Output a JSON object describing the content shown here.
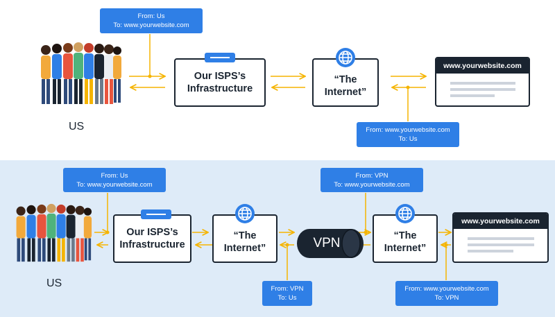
{
  "colors": {
    "accent_blue": "#2f7fe6",
    "navy": "#1a2430",
    "arrow_orange": "#f5b400",
    "bottom_bg": "#deebf8"
  },
  "top": {
    "callout_request": {
      "line1": "From: Us",
      "line2": "To: www.yourwebsite.com"
    },
    "callout_response": {
      "line1": "From: www.yourwebsite.com",
      "line2": "To: Us"
    },
    "isp_box": {
      "line1": "Our ISPS’s",
      "line2": "Infrastructure",
      "icon": "server-icon"
    },
    "internet_box": {
      "line1": "“The",
      "line2": "Internet”",
      "icon": "globe-icon"
    },
    "website": {
      "url": "www.yourwebsite.com"
    },
    "us_label": "US"
  },
  "bottom": {
    "callout_request": {
      "line1": "From: Us",
      "line2": "To: www.yourwebsite.com"
    },
    "callout_vpn_request": {
      "line1": "From: VPN",
      "line2": "To: www.yourwebsite.com"
    },
    "callout_vpn_reply": {
      "line1": "From: VPN",
      "line2": "To: Us"
    },
    "callout_site_reply": {
      "line1": "From: www.yourwebsite.com",
      "line2": "To: VPN"
    },
    "isp_box": {
      "line1": "Our ISPS’s",
      "line2": "Infrastructure",
      "icon": "server-icon"
    },
    "internet_box_1": {
      "line1": "“The",
      "line2": "Internet”",
      "icon": "globe-icon"
    },
    "vpn_label": "VPN",
    "internet_box_2": {
      "line1": "“The",
      "line2": "Internet”",
      "icon": "globe-icon"
    },
    "website": {
      "url": "www.yourwebsite.com"
    },
    "us_label": "US"
  }
}
